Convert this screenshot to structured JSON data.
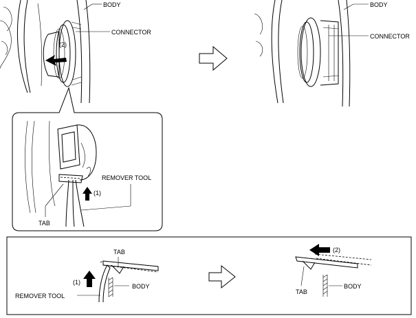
{
  "labels": {
    "body": "BODY",
    "connector": "CONNECTOR",
    "remover_tool": "REMOVER TOOL",
    "tab": "TAB",
    "step1": "(1)",
    "step2": "(2)"
  },
  "colors": {
    "line": "#000000",
    "background": "#ffffff"
  }
}
